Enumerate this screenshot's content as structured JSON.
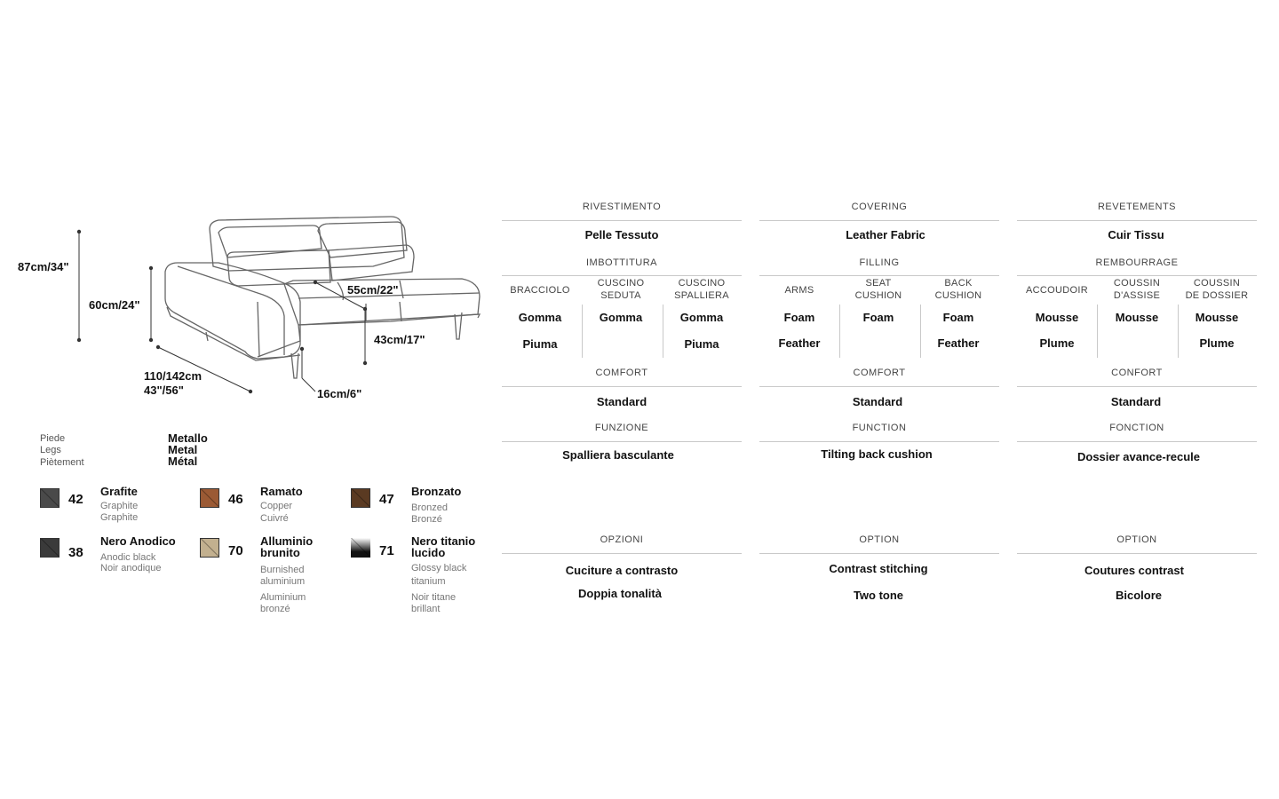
{
  "dimensions": {
    "height_total": "87cm/34\"",
    "seat_height": "60cm/24\"",
    "seat_depth": "55cm/22\"",
    "seat_to_floor": "43cm/17\"",
    "depth_cm": "110/142cm",
    "depth_in": "43\"/56\"",
    "leg_height": "16cm/6\""
  },
  "legs": {
    "label_it": "Piede",
    "label_en": "Legs",
    "label_fr": "Piètement",
    "value_it": "Metallo",
    "value_en": "Metal",
    "value_fr": "Métal"
  },
  "finishes": [
    {
      "code": "42",
      "name": "Grafite",
      "sub1": "Graphite",
      "sub2": "Graphite",
      "sub3": "",
      "sub4": "",
      "color": "#4a4a4a"
    },
    {
      "code": "46",
      "name": "Ramato",
      "sub1": "Copper",
      "sub2": "Cuivré",
      "sub3": "",
      "sub4": "",
      "color": "#9b5a34"
    },
    {
      "code": "47",
      "name": "Bronzato",
      "sub1": "Bronzed",
      "sub2": "Bronzé",
      "sub3": "",
      "sub4": "",
      "color": "#5a3a22"
    },
    {
      "code": "38",
      "name": "Nero Anodico",
      "sub1": "Anodic black",
      "sub2": "Noir anodique",
      "sub3": "",
      "sub4": "",
      "color": "#3a3a3a"
    },
    {
      "code": "70",
      "name": "Alluminio brunito",
      "sub1": "Burnished",
      "sub2": "aluminium",
      "sub3": "Aluminium",
      "sub4": "bronzé",
      "color": "#c2b08f"
    },
    {
      "code": "71",
      "name": "Nero titanio lucido",
      "sub1": "Glossy black",
      "sub2": "titanium",
      "sub3": "Noir titane",
      "sub4": "brillant",
      "color": "#111111"
    }
  ],
  "columns": [
    {
      "covering_title": "RIVESTIMENTO",
      "covering_value": "Pelle Tessuto",
      "filling_title": "IMBOTTITURA",
      "sub": [
        {
          "head1": "BRACCIOLO",
          "head2": "",
          "v1": "Gomma",
          "v2": "Piuma"
        },
        {
          "head1": "CUSCINO",
          "head2": "SEDUTA",
          "v1": "Gomma",
          "v2": ""
        },
        {
          "head1": "CUSCINO",
          "head2": "SPALLIERA",
          "v1": "Gomma",
          "v2": "Piuma"
        }
      ],
      "comfort_title": "COMFORT",
      "comfort_value": "Standard",
      "function_title": "FUNZIONE",
      "function_value": "Spalliera basculante",
      "option_title": "OPZIONI",
      "option_1": "Cuciture a contrasto",
      "option_2": "Doppia tonalità"
    },
    {
      "covering_title": "COVERING",
      "covering_value": "Leather Fabric",
      "filling_title": "FILLING",
      "sub": [
        {
          "head1": "ARMS",
          "head2": "",
          "v1": "Foam",
          "v2": "Feather"
        },
        {
          "head1": "SEAT",
          "head2": "CUSHION",
          "v1": "Foam",
          "v2": ""
        },
        {
          "head1": "BACK",
          "head2": "CUSHION",
          "v1": "Foam",
          "v2": "Feather"
        }
      ],
      "comfort_title": "COMFORT",
      "comfort_value": "Standard",
      "function_title": "FUNCTION",
      "function_value": "Tilting back cushion",
      "option_title": "OPTION",
      "option_1": "Contrast stitching",
      "option_2": "Two tone"
    },
    {
      "covering_title": "REVETEMENTS",
      "covering_value": "Cuir Tissu",
      "filling_title": "REMBOURRAGE",
      "sub": [
        {
          "head1": "ACCOUDOIR",
          "head2": "",
          "v1": "Mousse",
          "v2": "Plume"
        },
        {
          "head1": "COUSSIN",
          "head2": "D'ASSISE",
          "v1": "Mousse",
          "v2": ""
        },
        {
          "head1": "COUSSIN",
          "head2": "DE DOSSIER",
          "v1": "Mousse",
          "v2": "Plume"
        }
      ],
      "comfort_title": "CONFORT",
      "comfort_value": "Standard",
      "function_title": "FONCTION",
      "function_value": "Dossier avance-recule",
      "option_title": "OPTION",
      "option_1": "Coutures contrast",
      "option_2": "Bicolore"
    }
  ]
}
